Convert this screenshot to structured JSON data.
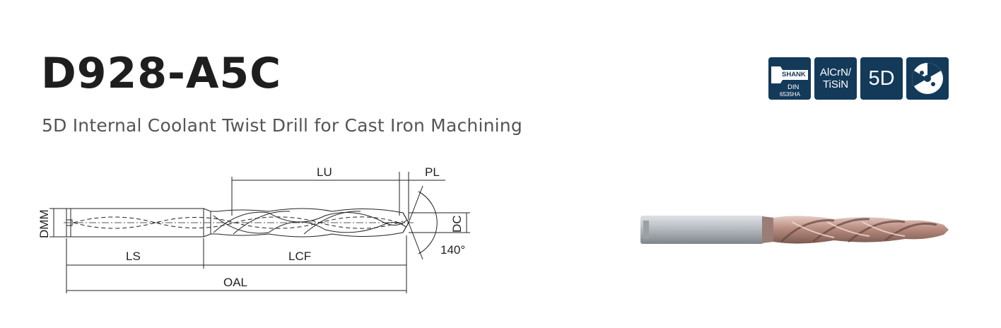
{
  "product": {
    "code": "D928-A5C",
    "description": "5D Internal Coolant Twist Drill for Cast Iron Machining"
  },
  "badges": {
    "shank": {
      "line1": "SHANK",
      "line2": "DIN",
      "line3": "6535HA"
    },
    "coating": {
      "line1": "AlCrN/",
      "line2": "TiSiN"
    },
    "depth": "5D",
    "coolant": "coolant-holes-icon"
  },
  "dimensions": {
    "lu": "LU",
    "pl": "PL",
    "dmm": "DMM",
    "dc": "DC",
    "angle": "140°",
    "ls": "LS",
    "lcf": "LCF",
    "oal": "OAL"
  },
  "colors": {
    "badge_bg": "#143a5a",
    "drill_coating": "#b98d80",
    "shank_metal": "#b0b5ba"
  }
}
